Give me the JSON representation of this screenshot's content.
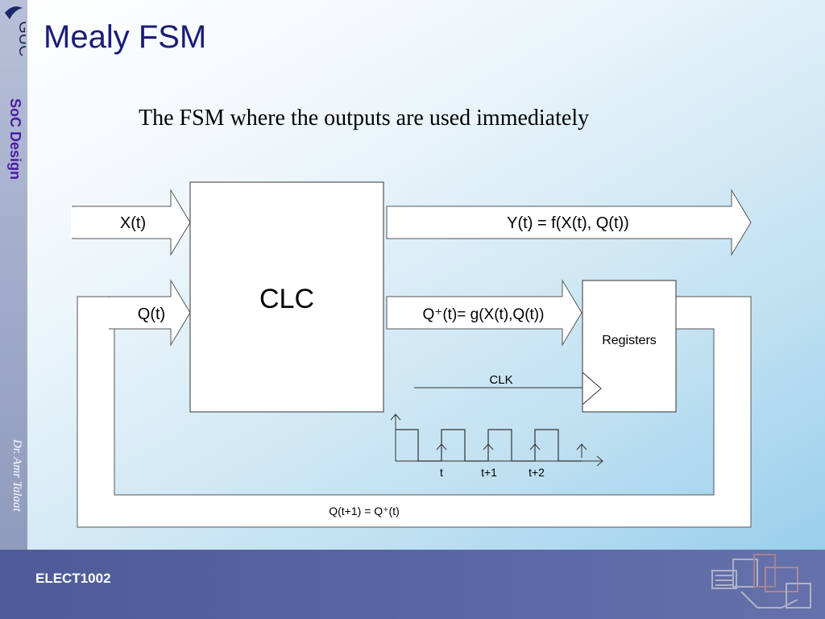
{
  "slide": {
    "title": "Mealy FSM",
    "subtitle": "The FSM where the outputs are used immediately"
  },
  "sidebar": {
    "logo_text": "GUC",
    "course": "SoC Design",
    "author": "Dr. Amr Talaat"
  },
  "footer": {
    "course_code": "ELECT1002"
  },
  "diagram": {
    "input_label": "X(t)",
    "output_label": "Y(t) = f(X(t), Q(t))",
    "state_label": "Q(t)",
    "clc_label": "CLC",
    "next_state_label": "Q⁺(t)= g(X(t),Q(t))",
    "registers_label": "Registers",
    "clk_label": "CLK",
    "feedback_label": "Q(t+1) = Q⁺(t)",
    "timing_ticks": [
      "t",
      "t+1",
      "t+2"
    ]
  },
  "colors": {
    "title": "#1b1b7a",
    "course_text": "#4b1aa3",
    "footer_bg": "#5c68a4"
  }
}
